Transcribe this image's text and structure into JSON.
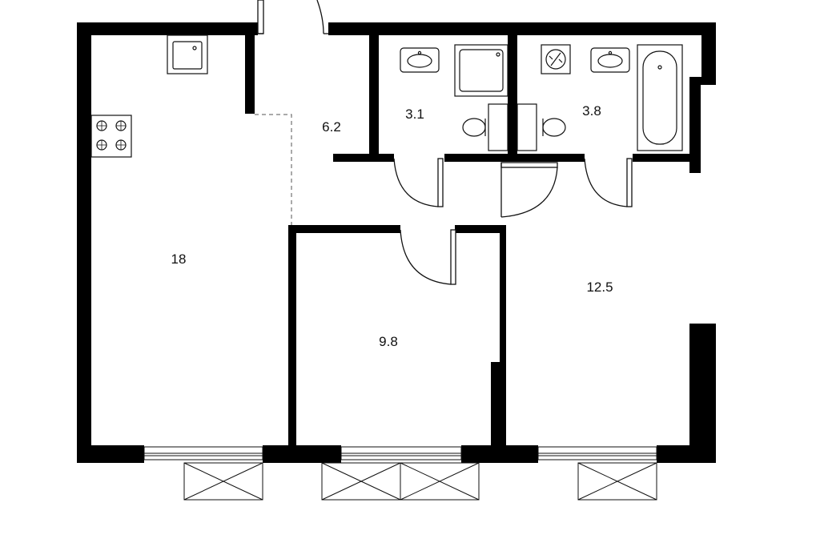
{
  "colors": {
    "wall": "#000000",
    "line": "#111111",
    "background": "#ffffff"
  },
  "rooms": [
    {
      "id": "living-kitchen",
      "area": "18"
    },
    {
      "id": "hallway",
      "area": "6.2"
    },
    {
      "id": "bathroom-1",
      "area": "3.1"
    },
    {
      "id": "bathroom-2",
      "area": "3.8"
    },
    {
      "id": "bedroom-small",
      "area": "9.8"
    },
    {
      "id": "bedroom-large",
      "area": "12.5"
    }
  ]
}
